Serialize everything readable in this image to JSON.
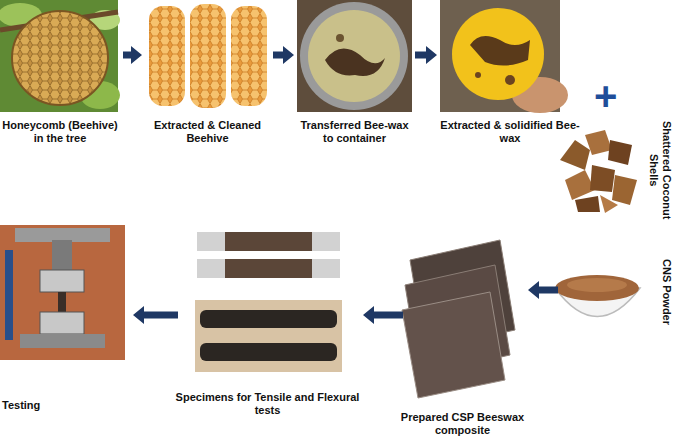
{
  "diagram": {
    "nodes": [
      {
        "text": [
          "Honeycomb (Beehive) in the tree"
        ]
      },
      {
        "text": [
          "Extracted & Cleaned Beehive"
        ]
      },
      {
        "text": [
          "Transferred Bee-wax to container"
        ]
      },
      {
        "text": [
          "Extracted & solidified Bee-wax"
        ]
      },
      {
        "text": [
          "Shattered Coconut Shells"
        ]
      },
      {
        "text": [
          "CNS Powder"
        ]
      },
      {
        "text": [
          "Prepared CSP Beeswax composite"
        ]
      },
      {
        "text": [
          "Specimens for Tensile and Flexural tests"
        ]
      },
      {
        "text": [
          "Testing"
        ]
      }
    ],
    "edges": [
      {
        "from": 0,
        "to": 1,
        "arrow": "to"
      },
      {
        "from": 1,
        "to": 2,
        "arrow": "to"
      },
      {
        "from": 2,
        "to": 3,
        "arrow": "to"
      },
      {
        "from": 5,
        "to": 6,
        "arrow": "to"
      },
      {
        "from": 6,
        "to": 7,
        "arrow": "to"
      },
      {
        "from": 7,
        "to": 8,
        "arrow": "to"
      }
    ],
    "labels": [
      "+"
    ]
  }
}
